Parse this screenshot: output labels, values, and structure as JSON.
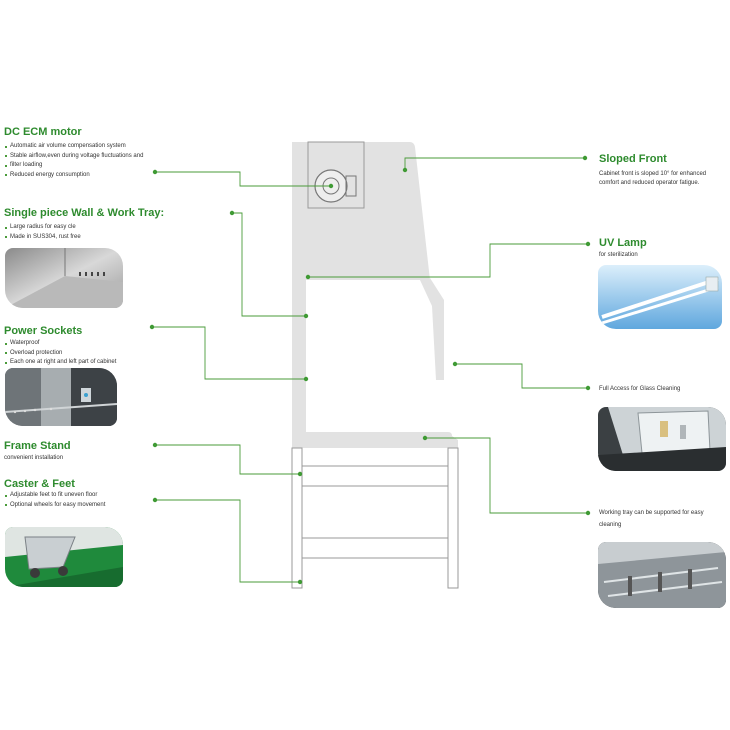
{
  "colors": {
    "accent": "#2e8b2e",
    "line": "#4a9b3a",
    "cabinet": "#e2e2e2"
  },
  "left": {
    "motor": {
      "title": "DC ECM motor",
      "items": [
        "Automatic air volume compensation system",
        "Stable airflow,even during voltage fluctuations and",
        "filter loading",
        "Reduced energy consumption"
      ]
    },
    "wall": {
      "title": "Single piece Wall & Work Tray:",
      "items": [
        "Large radius for easy cle",
        "Made in SUS304, rust free"
      ]
    },
    "sockets": {
      "title": "Power Sockets",
      "items": [
        "Waterproof",
        "Overload protection",
        "Each one at right and left part of cabinet"
      ]
    },
    "frame": {
      "title": "Frame Stand",
      "subtitle": "convenient installation"
    },
    "caster": {
      "title": "Caster & Feet",
      "items": [
        "Adjustable feet to fit uneven floor",
        "Optional wheels for easy movement"
      ]
    }
  },
  "right": {
    "sloped": {
      "title": "Sloped Front",
      "lines": [
        "Cabinet front is sloped 10° for enhanced",
        "comfort and reduced operator fatigue."
      ]
    },
    "uv": {
      "title": "UV Lamp",
      "subtitle": "for sterilization"
    },
    "glass": {
      "text": "Full Access for Glass Cleaning"
    },
    "tray": {
      "lines": [
        "Working tray can be supported for easy",
        "cleaning"
      ]
    }
  },
  "photos": {
    "wall": "stainless-steel-interior-photo",
    "sockets": "socket-interior-photo",
    "caster": "caster-green-floor-photo",
    "uv": "uv-lamp-photo",
    "glass": "glass-cleaning-photo",
    "tray": "work-tray-photo"
  }
}
